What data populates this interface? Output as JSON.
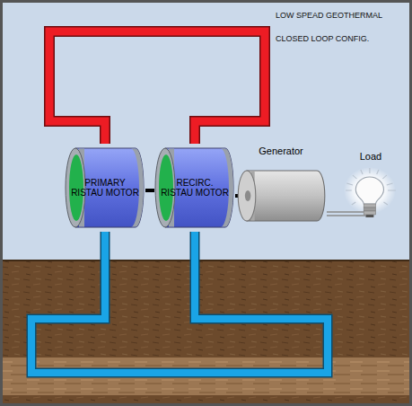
{
  "diagram": {
    "title": "LOW SPEAD GEOTHERMAL",
    "nodes": [
      {
        "text": [
          "PRIMARY RISTAU MOTOR"
        ]
      },
      {
        "text": [
          "RECIRC. RISTAU MOTOR"
        ]
      },
      {
        "text": [
          "Generator"
        ]
      },
      {
        "text": [
          "Load"
        ]
      }
    ],
    "edges": [
      {
        "from": 0,
        "to": 1,
        "arrow": "none"
      },
      {
        "from": 0,
        "to": 1,
        "arrow": "none"
      },
      {
        "from": 0,
        "to": 1,
        "arrow": "none"
      },
      {
        "from": 1,
        "to": 2,
        "arrow": "none"
      },
      {
        "from": 2,
        "to": 3,
        "arrow": "none"
      }
    ],
    "labels": [
      "CLOSED LOOP CONFIG."
    ]
  }
}
